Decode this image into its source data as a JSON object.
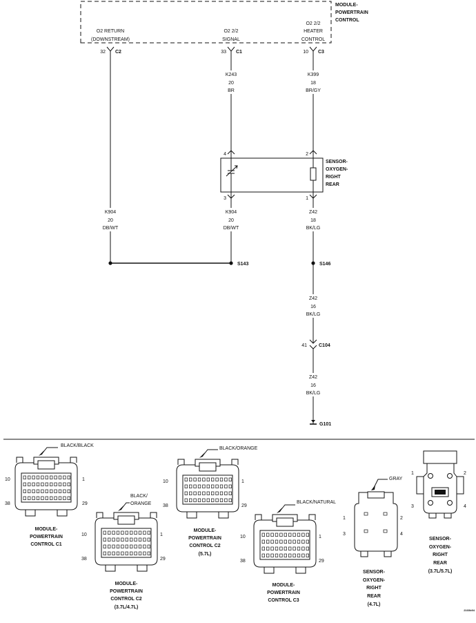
{
  "pcm": {
    "title_lines": [
      "MODULE-",
      "POWERTRAIN",
      "CONTROL"
    ],
    "o2_return_lines": [
      "O2 RETURN",
      "(DOWNSTREAM)"
    ],
    "o2_signal_lines": [
      "O2 2/2",
      "SIGNAL"
    ],
    "o2_heater_lines": [
      "O2 2/2",
      "HEATER",
      "CONTROL"
    ]
  },
  "pins": {
    "c2": {
      "pin": "32",
      "conn": "C2"
    },
    "c1": {
      "pin": "33",
      "conn": "C1"
    },
    "c3": {
      "pin": "10",
      "conn": "C3"
    }
  },
  "wires": {
    "k243": [
      "K243",
      "20",
      "BR"
    ],
    "k399": [
      "K399",
      "18",
      "BR/GY"
    ],
    "k904_left": [
      "K904",
      "20",
      "DB/WT"
    ],
    "k904_mid": [
      "K904",
      "20",
      "DB/WT"
    ],
    "z42_top": [
      "Z42",
      "18",
      "BK/LG"
    ],
    "z42_mid": [
      "Z42",
      "16",
      "BK/LG"
    ],
    "z42_bottom": [
      "Z42",
      "16",
      "BK/LG"
    ]
  },
  "sensor": {
    "title_lines": [
      "SENSOR-",
      "OXYGEN-",
      "RIGHT",
      "REAR"
    ],
    "pin4": "4",
    "pin2": "2",
    "pin3": "3",
    "pin1": "1"
  },
  "splices": {
    "s143": "S143",
    "s146": "S146"
  },
  "inline_connector": {
    "pin": "41",
    "name": "C104"
  },
  "ground": {
    "name": "G101"
  },
  "connectors": {
    "c1": {
      "color": "BLACK/BLACK",
      "pin_tl": "10",
      "pin_tr": "1",
      "pin_bl": "38",
      "pin_br": "29",
      "name_lines": [
        "MODULE-",
        "POWERTRAIN",
        "CONTROL C1"
      ]
    },
    "c2_37": {
      "color_lines": [
        "BLACK/",
        "ORANGE"
      ],
      "pin_tl": "10",
      "pin_tr": "1",
      "pin_bl": "38",
      "pin_br": "29",
      "name_lines": [
        "MODULE-",
        "POWERTRAIN",
        "CONTROL C2",
        "(3.7L/4.7L)"
      ]
    },
    "c2_57": {
      "color": "BLACK/ORANGE",
      "pin_tl": "10",
      "pin_tr": "1",
      "pin_bl": "38",
      "pin_br": "29",
      "name_lines": [
        "MODULE-",
        "POWERTRAIN",
        "CONTROL C2",
        "(5.7L)"
      ]
    },
    "c3": {
      "color": "BLACK/NATURAL",
      "pin_tl": "10",
      "pin_tr": "1",
      "pin_bl": "38",
      "pin_br": "29",
      "name_lines": [
        "MODULE-",
        "POWERTRAIN",
        "CONTROL C3"
      ]
    },
    "sensor_47": {
      "color": "GRAY",
      "pin1": "1",
      "pin2": "2",
      "pin3": "3",
      "pin4": "4",
      "name_lines": [
        "SENSOR-",
        "OXYGEN-",
        "RIGHT",
        "REAR",
        "(4.7L)"
      ]
    },
    "sensor_3757": {
      "pin1": "1",
      "pin2": "2",
      "pin3": "3",
      "pin4": "4",
      "name_lines": [
        "SENSOR-",
        "OXYGEN-",
        "RIGHT",
        "REAR",
        "(3.7L/5.7L)"
      ]
    }
  },
  "figure_id": "2160b94"
}
